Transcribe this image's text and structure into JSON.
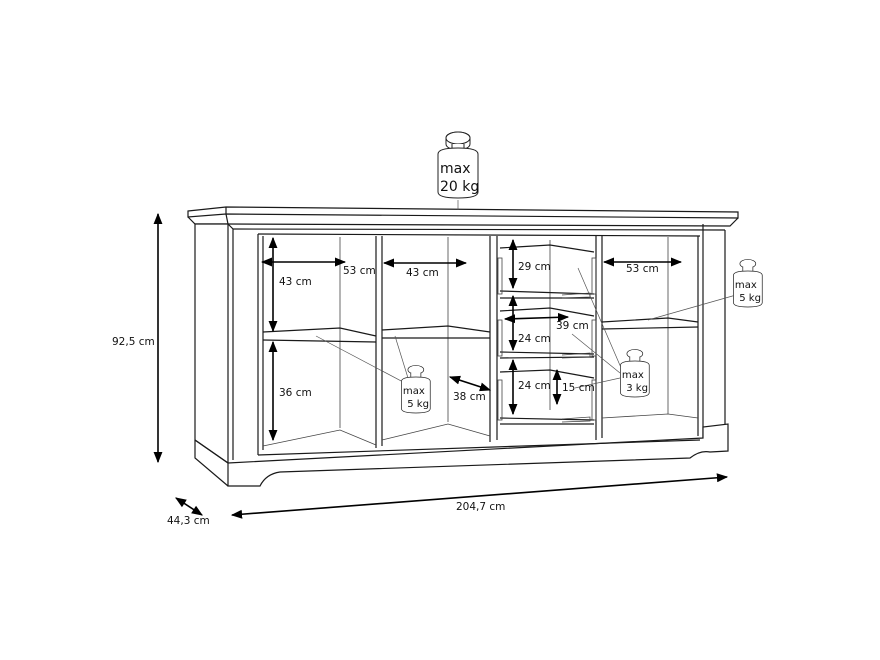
{
  "diagram": {
    "title": "Sideboard dimension drawing",
    "overall": {
      "height": "92,5 cm",
      "width": "204,7 cm",
      "depth": "44,3 cm"
    },
    "top_load": {
      "line1": "max",
      "line2": "20 kg"
    },
    "left_compartment": {
      "inner_width": "53 cm",
      "upper_height": "43 cm",
      "lower_height": "36 cm",
      "shelf_load": {
        "line1": "max",
        "line2": "5 kg"
      }
    },
    "center_left_compartment": {
      "inner_width": "43 cm",
      "depth": "38 cm"
    },
    "drawer_column": {
      "drawer1_height": "29 cm",
      "drawer2_height": "24 cm",
      "drawer3_height": "24 cm",
      "drawer_inner_width": "39 cm",
      "drawer_inner_depth": "15 cm",
      "drawer_load": {
        "line1": "max",
        "line2": "3 kg"
      }
    },
    "right_compartment": {
      "inner_width": "53 cm",
      "shelf_load": {
        "line1": "max",
        "line2": "5 kg"
      }
    }
  }
}
